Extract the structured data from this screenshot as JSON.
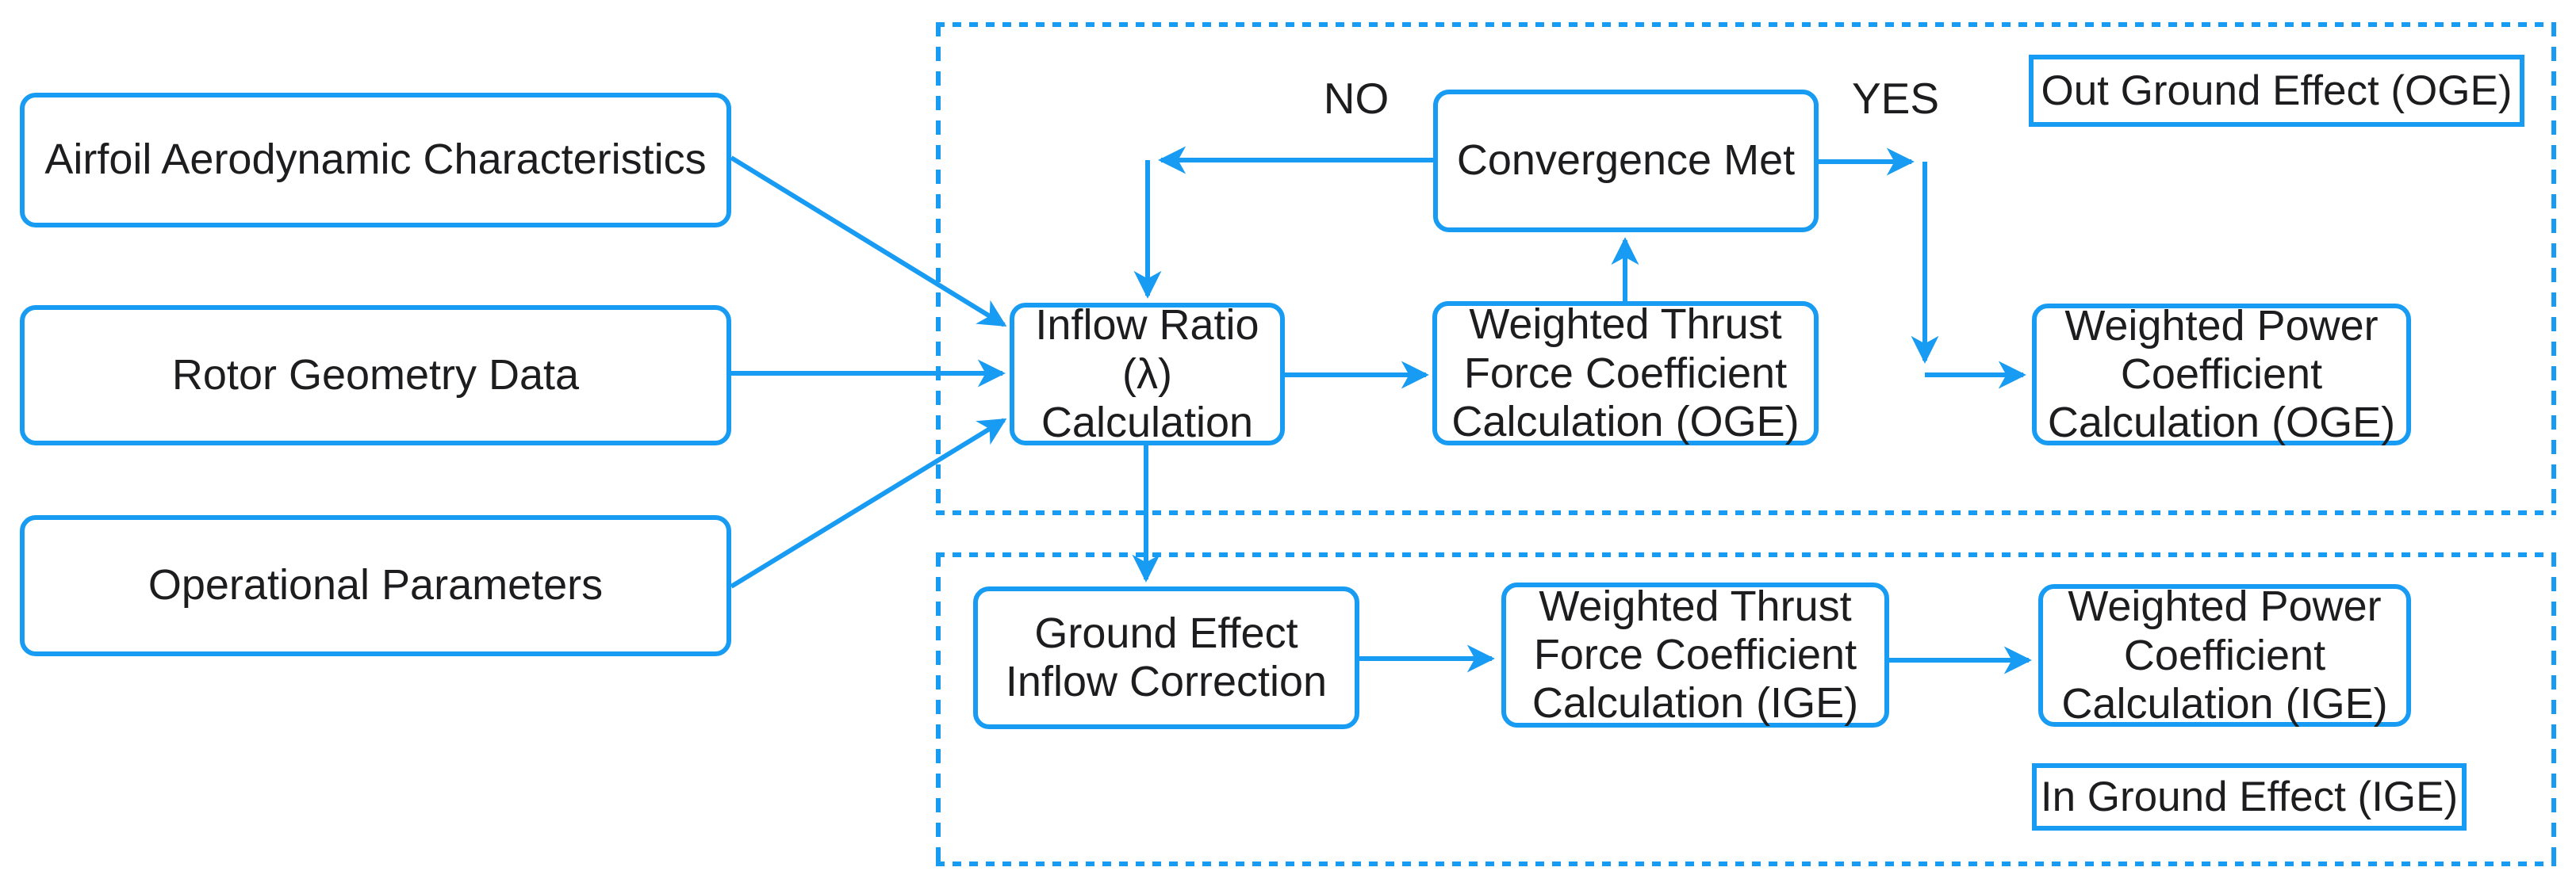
{
  "diagram": {
    "colors": {
      "accent": "#189bf2",
      "text": "#1d1d1f",
      "background": "#ffffff"
    },
    "nodes": {
      "airfoil": "Airfoil Aerodynamic Characteristics",
      "rotor": "Rotor Geometry Data",
      "operational": "Operational Parameters",
      "inflow": "Inflow Ratio\n(λ) Calculation",
      "convergence": "Convergence Met",
      "thrust_oge": "Weighted Thrust\nForce Coefficient\nCalculation (OGE)",
      "power_oge": "Weighted Power\nCoefficient\nCalculation (OGE)",
      "ground": "Ground Effect\nInflow Correction",
      "thrust_ige": "Weighted Thrust\nForce Coefficient\nCalculation (IGE)",
      "power_ige": "Weighted Power\nCoefficient\nCalculation (IGE)",
      "oge_label": "Out Ground Effect (OGE)",
      "ige_label": "In Ground Effect (IGE)"
    },
    "edge_labels": {
      "no": "NO",
      "yes": "YES"
    }
  }
}
